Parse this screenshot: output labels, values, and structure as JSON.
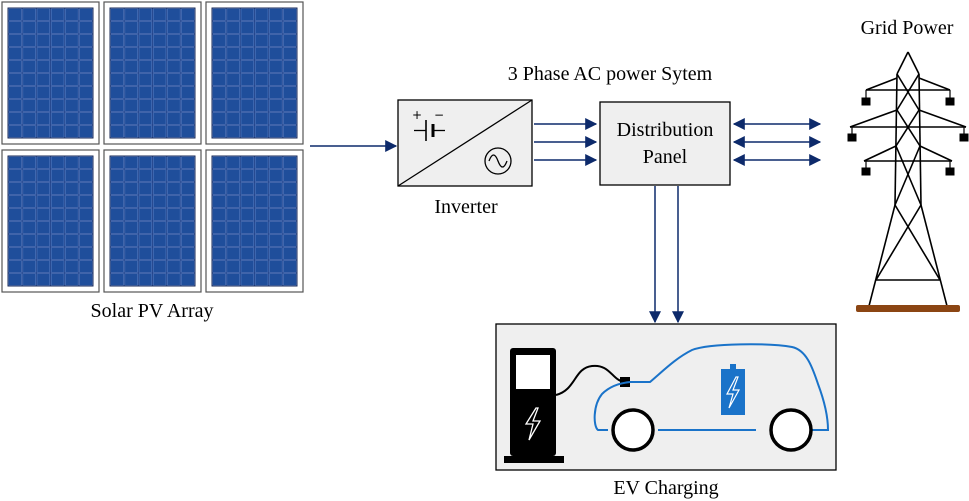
{
  "labels": {
    "solar": "Solar PV Array",
    "inverter": "Inverter",
    "system": "3 Phase AC power Sytem",
    "distribution_line1": "Distribution",
    "distribution_line2": "Panel",
    "grid": "Grid Power",
    "ev": "EV Charging"
  },
  "inverter_symbols": {
    "plus": "+",
    "minus": "−"
  },
  "colors": {
    "panel_cell": "#1f4e9b",
    "panel_bg": "#22438a",
    "arrow": "#0d2a6b",
    "box_fill": "#efefef",
    "car_outline": "#1a73c9",
    "battery": "#1a73c9",
    "ground": "#8b4513"
  },
  "icons": [
    "solar-panel-icon",
    "inverter-icon",
    "transmission-tower-icon",
    "charging-station-icon",
    "electric-car-icon",
    "battery-icon",
    "lightning-icon"
  ]
}
